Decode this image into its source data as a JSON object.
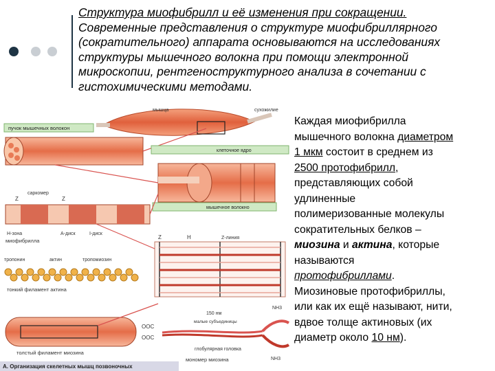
{
  "colors": {
    "bullet_dark": "#1e3444",
    "bullet_light": "#c9ced3",
    "accent": "#d9534f"
  },
  "header": {
    "title": "Структура миофибрилл и её изменения при сокращении.",
    "body": "Современные представления о структуре миофибриллярного\n(сократительного) аппарата основываются на исследованиях\nструктуры мышечного волокна при помощи электронной\nмикроскопии, рентгеноструктурного анализа в сочетании с\nгистохимическими методами."
  },
  "figure": {
    "labels": {
      "muscle": "мышца",
      "tendon": "сухожилие",
      "bundle": "пучок мышечных волокон",
      "nucleus": "клеточное ядро",
      "fiber": "мышечное волокно",
      "sarcomere": "саркомер",
      "z": "Z",
      "h": "H",
      "zline": "Z-линия",
      "hzone": "Н-зона",
      "adisk": "А-диск",
      "idisk": "I-диск",
      "myofibril": "миофибрилла",
      "troponin": "тропонин",
      "actin": "актин",
      "tropomyosin": "тропомиозин",
      "thin": "тонкий филамент актина",
      "thick": "толстый филамент миозина",
      "small_subunits": "малые субъединицы",
      "heads": "глобулярная головка",
      "monomer": "мономер миозина",
      "ooc": "ООС",
      "nh3": "NH3",
      "n150": "150 нм",
      "caption": "А. Организация скелетных мышц позвоночных"
    }
  },
  "side": {
    "p1": "Каждая миофибрилла\nмышечного волокна ",
    "diam_link": "диаметром\n1 мкм",
    "p2": " состоит в среднем из\n",
    "proto_link": "2500 протофибрилл",
    "p3": ",\nпредставляющих собой\nудлиненные\nполимеризованные молекулы\nсократительных белков –\n",
    "myosin": "миозина",
    "and": " и ",
    "actin": "актина",
    "p4": ", которые\nназываются\n",
    "protofib": "протофибриллами",
    "p5": ".\nМиозиновые протофибриллы,\nили как их ещё называют, нити,\nвдвое толще актиновых (их\nдиаметр около ",
    "nm": "10 нм",
    "p6": ")."
  }
}
